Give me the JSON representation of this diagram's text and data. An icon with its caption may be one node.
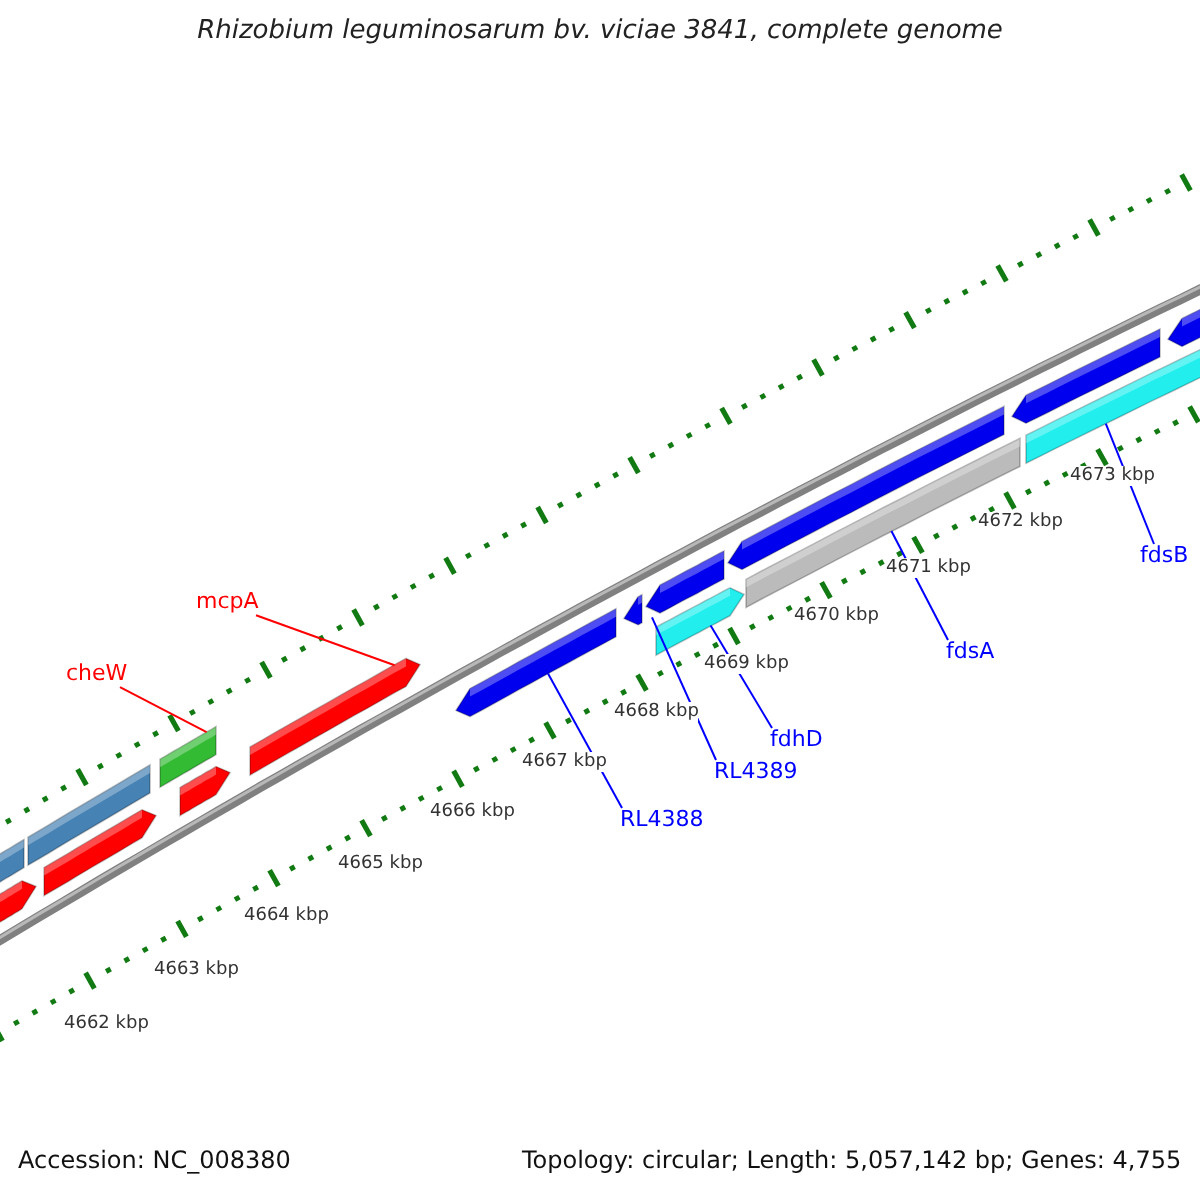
{
  "diagram": {
    "title": "Rhizobium leguminosarum bv. viciae 3841, complete genome",
    "nodes": [
      {
        "text": [
          "cheW"
        ]
      },
      {
        "text": [
          "mcpA"
        ]
      },
      {
        "text": [
          "RL4388"
        ]
      },
      {
        "text": [
          "RL4389"
        ]
      },
      {
        "text": [
          "fdhD"
        ]
      },
      {
        "text": [
          "fdsA"
        ]
      },
      {
        "text": [
          "fdsB"
        ]
      },
      {
        "text": [],
        "shape": "box"
      },
      {
        "text": [],
        "shape": "arrow"
      },
      {
        "text": [],
        "shape": "arrow"
      },
      {
        "text": [],
        "shape": "arrow"
      },
      {
        "text": [],
        "shape": "arrow"
      },
      {
        "text": [],
        "shape": "box"
      },
      {
        "text": [],
        "shape": "arrow"
      }
    ],
    "edges": [
      {
        "from": 0,
        "to": 7,
        "arrow": "none",
        "color": "#ff0000"
      },
      {
        "from": 1,
        "to": 8,
        "arrow": "none",
        "color": "#ff0000"
      },
      {
        "from": 2,
        "to": 9,
        "arrow": "none"
      },
      {
        "from": 3,
        "to": 10,
        "arrow": "none"
      },
      {
        "from": 4,
        "to": 11,
        "arrow": "none"
      },
      {
        "from": 5,
        "to": 12,
        "arrow": "none"
      },
      {
        "from": 6,
        "to": 13,
        "arrow": "none"
      }
    ],
    "labels": [
      "4662 kbp",
      "4663 kbp",
      "4664 kbp",
      "4665 kbp",
      "4666 kbp",
      "4667 kbp",
      "4668 kbp",
      "4669 kbp",
      "4670 kbp",
      "4671 kbp",
      "4672 kbp",
      "4673 kbp",
      "Accession: NC_008380",
      "Topology: circular; Length: 5,057,142 bp; Genes: 4,755"
    ]
  }
}
